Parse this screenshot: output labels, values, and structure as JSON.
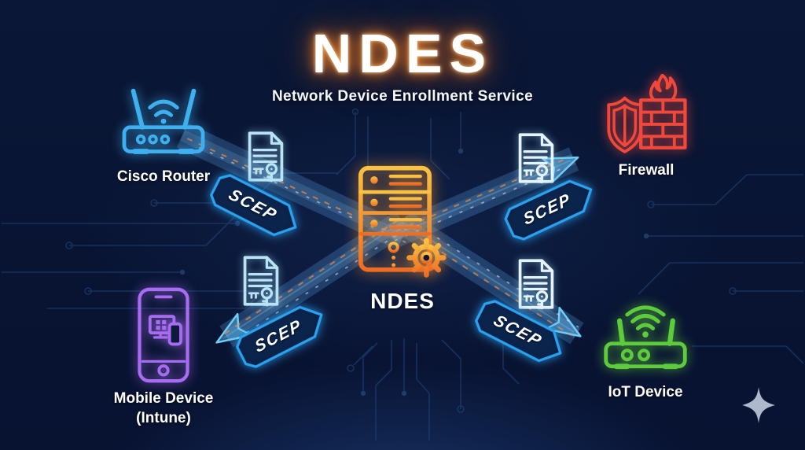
{
  "header": {
    "title": "NDES",
    "subtitle": "Network Device Enrollment Service"
  },
  "center_node": {
    "id": "ndes-server",
    "label": "NDES",
    "icon": "server-gear-icon",
    "color": "#f5962e"
  },
  "devices": [
    {
      "id": "cisco-router",
      "label": "Cisco Router",
      "icon": "wifi-router-icon",
      "color": "#3fb0ef",
      "position": "top-left"
    },
    {
      "id": "firewall",
      "label": "Firewall",
      "icon": "firewall-shield-flame-icon",
      "color": "#f2483c",
      "position": "top-right"
    },
    {
      "id": "mobile-device",
      "label_lines": [
        "Mobile Device",
        "(Intune)"
      ],
      "icon": "smartphone-intune-icon",
      "color": "#a86cf2",
      "position": "bottom-left"
    },
    {
      "id": "iot-device",
      "label": "IoT Device",
      "icon": "iot-router-icon",
      "color": "#5ecb3c",
      "position": "bottom-right"
    }
  ],
  "connections": [
    {
      "endpoints": [
        "cisco-router",
        "ndes-server"
      ],
      "protocol": "SCEP",
      "certificate_icon": "certificate-key-icon",
      "arrowhead": "none"
    },
    {
      "endpoints": [
        "ndes-server",
        "firewall"
      ],
      "protocol": "SCEP",
      "certificate_icon": "certificate-key-icon",
      "arrowhead": "at-firewall"
    },
    {
      "endpoints": [
        "ndes-server",
        "mobile-device"
      ],
      "protocol": "SCEP",
      "certificate_icon": "certificate-key-icon",
      "arrowhead": "at-mobile-device"
    },
    {
      "endpoints": [
        "ndes-server",
        "iot-device"
      ],
      "protocol": "SCEP",
      "certificate_icon": "certificate-key-icon",
      "arrowhead": "at-iot-device"
    }
  ],
  "decorations": {
    "watermark_icon": "sparkle-icon",
    "background_pattern": "circuit-traces"
  },
  "colors": {
    "background": "#081231",
    "router_blue": "#3fb0ef",
    "firewall_red": "#f2483c",
    "mobile_purple": "#a86cf2",
    "iot_green": "#5ecb3c",
    "server_orange": "#f5962e",
    "scep_badge_blue": "#2ba2f0",
    "beam_blue": "#5aa6dc",
    "title_glow_orange": "#f08020",
    "certificate_cyan": "#b9e4f6",
    "circuit_trace": "#20457a",
    "label_white": "#ffffff"
  }
}
